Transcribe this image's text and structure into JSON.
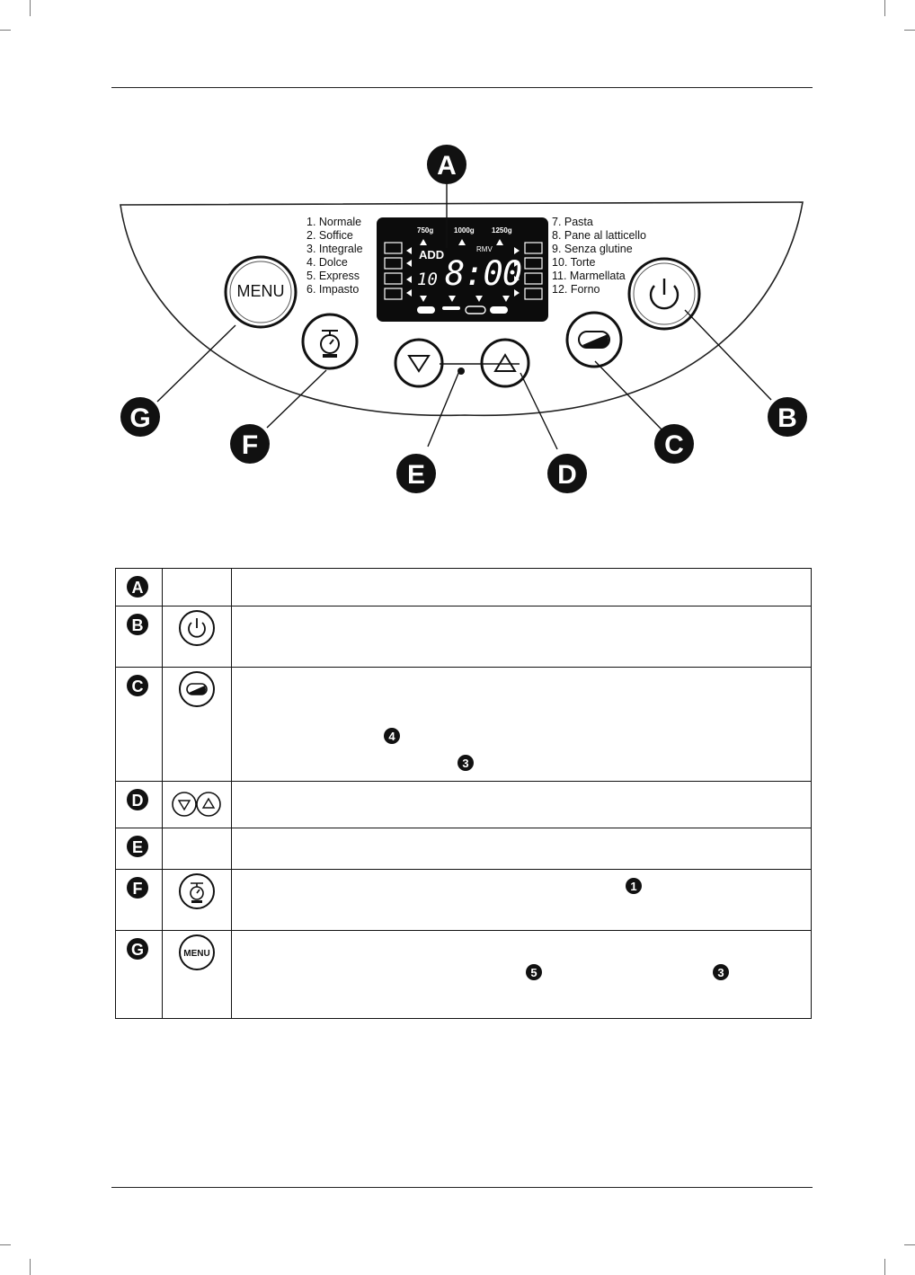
{
  "panel": {
    "display": {
      "weights": [
        "750g",
        "1000g",
        "1250g"
      ],
      "add_label": "ADD",
      "rmv_label": "RMV",
      "program_number": "10",
      "time": "8:00"
    },
    "programs_left": [
      "1. Normale",
      "2. Soffice",
      "3. Integrale",
      "4. Dolce",
      "5. Express",
      "6. Impasto"
    ],
    "programs_right": [
      "7. Pasta",
      "8. Pane al latticello",
      "9. Senza glutine",
      "10. Torte",
      "11. Marmellata",
      "12. Forno"
    ],
    "menu_button_label": "MENU",
    "callout_letters": [
      "A",
      "B",
      "C",
      "D",
      "E",
      "F",
      "G"
    ]
  },
  "legend": {
    "rows": [
      {
        "letter": "A"
      },
      {
        "letter": "B",
        "icon": "power-icon"
      },
      {
        "letter": "C",
        "icon": "crust-color-icon",
        "refs": [
          "4",
          "3"
        ]
      },
      {
        "letter": "D",
        "icon": "up-down-arrows-icon"
      },
      {
        "letter": "E"
      },
      {
        "letter": "F",
        "icon": "scale-icon",
        "refs": [
          "1"
        ]
      },
      {
        "letter": "G",
        "icon": "menu-icon",
        "icon_label": "MENU",
        "refs": [
          "5",
          "3"
        ]
      }
    ]
  }
}
